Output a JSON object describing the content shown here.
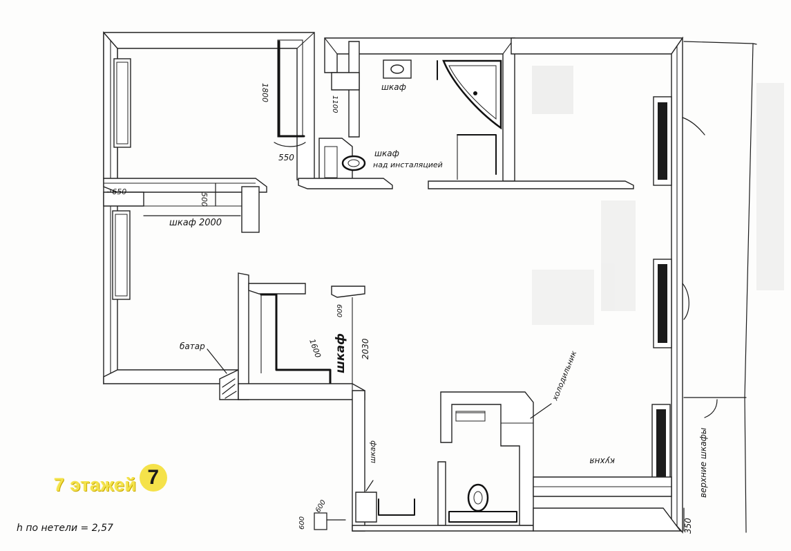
{
  "labels": {
    "dim_1800": "1800",
    "dim_550": "550",
    "dim_1100": "1100",
    "shkaf_bath": "шкаф",
    "shkaf_wc_1": "шкаф",
    "shkaf_wc_2": "над инсталяцией",
    "dim_650": "~650",
    "dim_500": "500",
    "shkaf_2000": "шкаф 2000",
    "dim_600": "600",
    "shkaf_hall": "шкаф",
    "dim_2030": "2030",
    "dim_1600": "1600",
    "battery": "батар",
    "fridge": "холодильник",
    "kitchen": "кухня",
    "shkaf_small": "шкаф",
    "cabinets": "верхние шкафы",
    "dim_350": "350",
    "dim_600b": "600",
    "dim_600c": "600"
  },
  "logo": {
    "text": "7 этажей",
    "mark": "7",
    "color": "#f3e24a"
  },
  "height_note": "h по нетели = 2,57"
}
